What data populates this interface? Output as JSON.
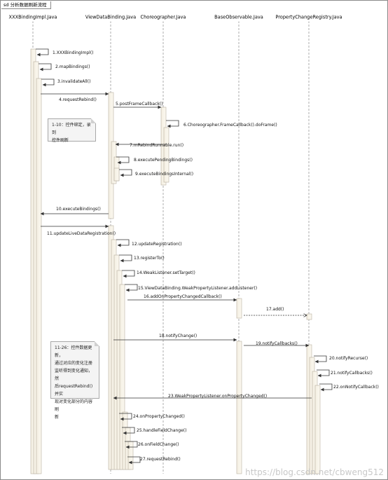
{
  "frame_title": "sd 分析数据刷新流程",
  "watermark": "https://blog.csdn.net/cbweng512",
  "lifelines": [
    {
      "id": "XXXBindingImpl",
      "label": "XXXBindingImpl.Java"
    },
    {
      "id": "ViewDataBinding",
      "label": "ViewDataBinding.Java"
    },
    {
      "id": "Choreographer",
      "label": "Choreographer.Java"
    },
    {
      "id": "BaseObservable",
      "label": "BaseObservable.Java"
    },
    {
      "id": "PropertyChangeRegistry",
      "label": "PropertyChangeRegistry.Java"
    }
  ],
  "messages": [
    {
      "label": "1.XXXBindingImpl()"
    },
    {
      "label": "2.mapBindings()"
    },
    {
      "label": "3.invalidateAll()"
    },
    {
      "label": "4.requestRebind()"
    },
    {
      "label": "5.postFrameCallback()"
    },
    {
      "label": "6.Choreographer.FrameCallback().doFrame()"
    },
    {
      "label": "7.mRebindRunnable.run()"
    },
    {
      "label": "8.executePendingBindings()"
    },
    {
      "label": "9.executeBindingsInternal()"
    },
    {
      "label": "10.executeBindings()"
    },
    {
      "label": "11.updateLiveDataRegistration()"
    },
    {
      "label": "12.updateRegistration()"
    },
    {
      "label": "13.registerTo()"
    },
    {
      "label": "14.WeakListener.setTarget()"
    },
    {
      "label": "15.ViewDataBinding.WeakPropertyListener.addListener()"
    },
    {
      "label": "16.addOnPropertyChangedCallback()"
    },
    {
      "label": "17.add()"
    },
    {
      "label": "18.notifyChange()"
    },
    {
      "label": "19.notifyCallbacks()"
    },
    {
      "label": "20.notifyRecurse()"
    },
    {
      "label": "21.notifyCallbacks()"
    },
    {
      "label": "22.onNotifyCallback()"
    },
    {
      "label": "23.WeakPropertyListener.onPropertyChanged()"
    },
    {
      "label": "24.onPropertyChanged()"
    },
    {
      "label": "25.handleFieldChange()"
    },
    {
      "label": "26.onFieldChange()"
    },
    {
      "label": "27.requestRebind()"
    }
  ],
  "notes": [
    {
      "lines": [
        "1-10：控件绑定，录到",
        "控件刷新"
      ]
    },
    {
      "lines": [
        "11-26：控件数据更新，",
        "通过对应的变化注册",
        "监听得到变化通知，然",
        "后requestRebind()并实",
        "现对变化部分的内容刷",
        "新"
      ]
    }
  ]
}
